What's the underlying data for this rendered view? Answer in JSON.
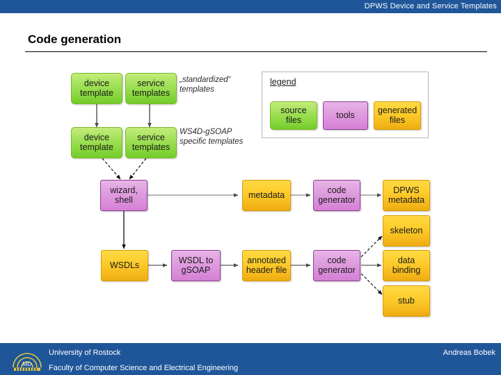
{
  "header": {
    "title": "DPWS Device and Service Templates",
    "bar_color": "#1F5699"
  },
  "slide": {
    "title": "Code generation"
  },
  "legend": {
    "title": "legend",
    "items": [
      {
        "label": "source\nfiles",
        "kind": "green",
        "meaning": "source files"
      },
      {
        "label": "tools",
        "kind": "pink",
        "meaning": "tools"
      },
      {
        "label": "generated\nfiles",
        "kind": "orange",
        "meaning": "generated files"
      }
    ]
  },
  "annotations": [
    {
      "text": "„standardized“\ntemplates"
    },
    {
      "text": "WS4D-gSOAP\nspecific templates"
    }
  ],
  "diagram": {
    "nodes": [
      {
        "id": "device-template-std",
        "label": "device\ntemplate",
        "kind": "green"
      },
      {
        "id": "service-templates-std",
        "label": "service\ntemplates",
        "kind": "green"
      },
      {
        "id": "device-template-ws4d",
        "label": "device\ntemplate",
        "kind": "green"
      },
      {
        "id": "service-templates-ws4d",
        "label": "service\ntemplates",
        "kind": "green"
      },
      {
        "id": "wizard-shell",
        "label": "wizard,\nshell",
        "kind": "pink"
      },
      {
        "id": "metadata",
        "label": "metadata",
        "kind": "orange"
      },
      {
        "id": "code-generator-top",
        "label": "code\ngenerator",
        "kind": "pink"
      },
      {
        "id": "dpws-metadata",
        "label": "DPWS\nmetadata",
        "kind": "orange"
      },
      {
        "id": "wsdls",
        "label": "WSDLs",
        "kind": "orange"
      },
      {
        "id": "wsdl-to-gsoap",
        "label": "WSDL to\ngSOAP",
        "kind": "pink"
      },
      {
        "id": "annotated-header-file",
        "label": "annotated\nheader file",
        "kind": "orange"
      },
      {
        "id": "code-generator-bottom",
        "label": "code\ngenerator",
        "kind": "pink"
      },
      {
        "id": "skeleton",
        "label": "skeleton",
        "kind": "orange"
      },
      {
        "id": "data-binding",
        "label": "data\nbinding",
        "kind": "orange"
      },
      {
        "id": "stub",
        "label": "stub",
        "kind": "orange"
      }
    ],
    "edges": [
      {
        "from": "device-template-std",
        "to": "device-template-ws4d",
        "style": "solid"
      },
      {
        "from": "service-templates-std",
        "to": "service-templates-ws4d",
        "style": "solid"
      },
      {
        "from": "device-template-ws4d",
        "to": "wizard-shell",
        "style": "dashed"
      },
      {
        "from": "service-templates-ws4d",
        "to": "wizard-shell",
        "style": "dashed"
      },
      {
        "from": "wizard-shell",
        "to": "metadata",
        "style": "solid"
      },
      {
        "from": "wizard-shell",
        "to": "wsdls",
        "style": "solid"
      },
      {
        "from": "metadata",
        "to": "code-generator-top",
        "style": "solid"
      },
      {
        "from": "code-generator-top",
        "to": "dpws-metadata",
        "style": "solid"
      },
      {
        "from": "wsdls",
        "to": "wsdl-to-gsoap",
        "style": "solid"
      },
      {
        "from": "wsdl-to-gsoap",
        "to": "annotated-header-file",
        "style": "solid"
      },
      {
        "from": "annotated-header-file",
        "to": "code-generator-bottom",
        "style": "solid"
      },
      {
        "from": "code-generator-bottom",
        "to": "skeleton",
        "style": "dashed"
      },
      {
        "from": "code-generator-bottom",
        "to": "data-binding",
        "style": "solid"
      },
      {
        "from": "code-generator-bottom",
        "to": "stub",
        "style": "dashed"
      }
    ]
  },
  "footer": {
    "university": "University of Rostock",
    "faculty": "Faculty of Computer Science and Electrical Engineering",
    "author": "Andreas Bobek",
    "logo_text": "MD"
  }
}
